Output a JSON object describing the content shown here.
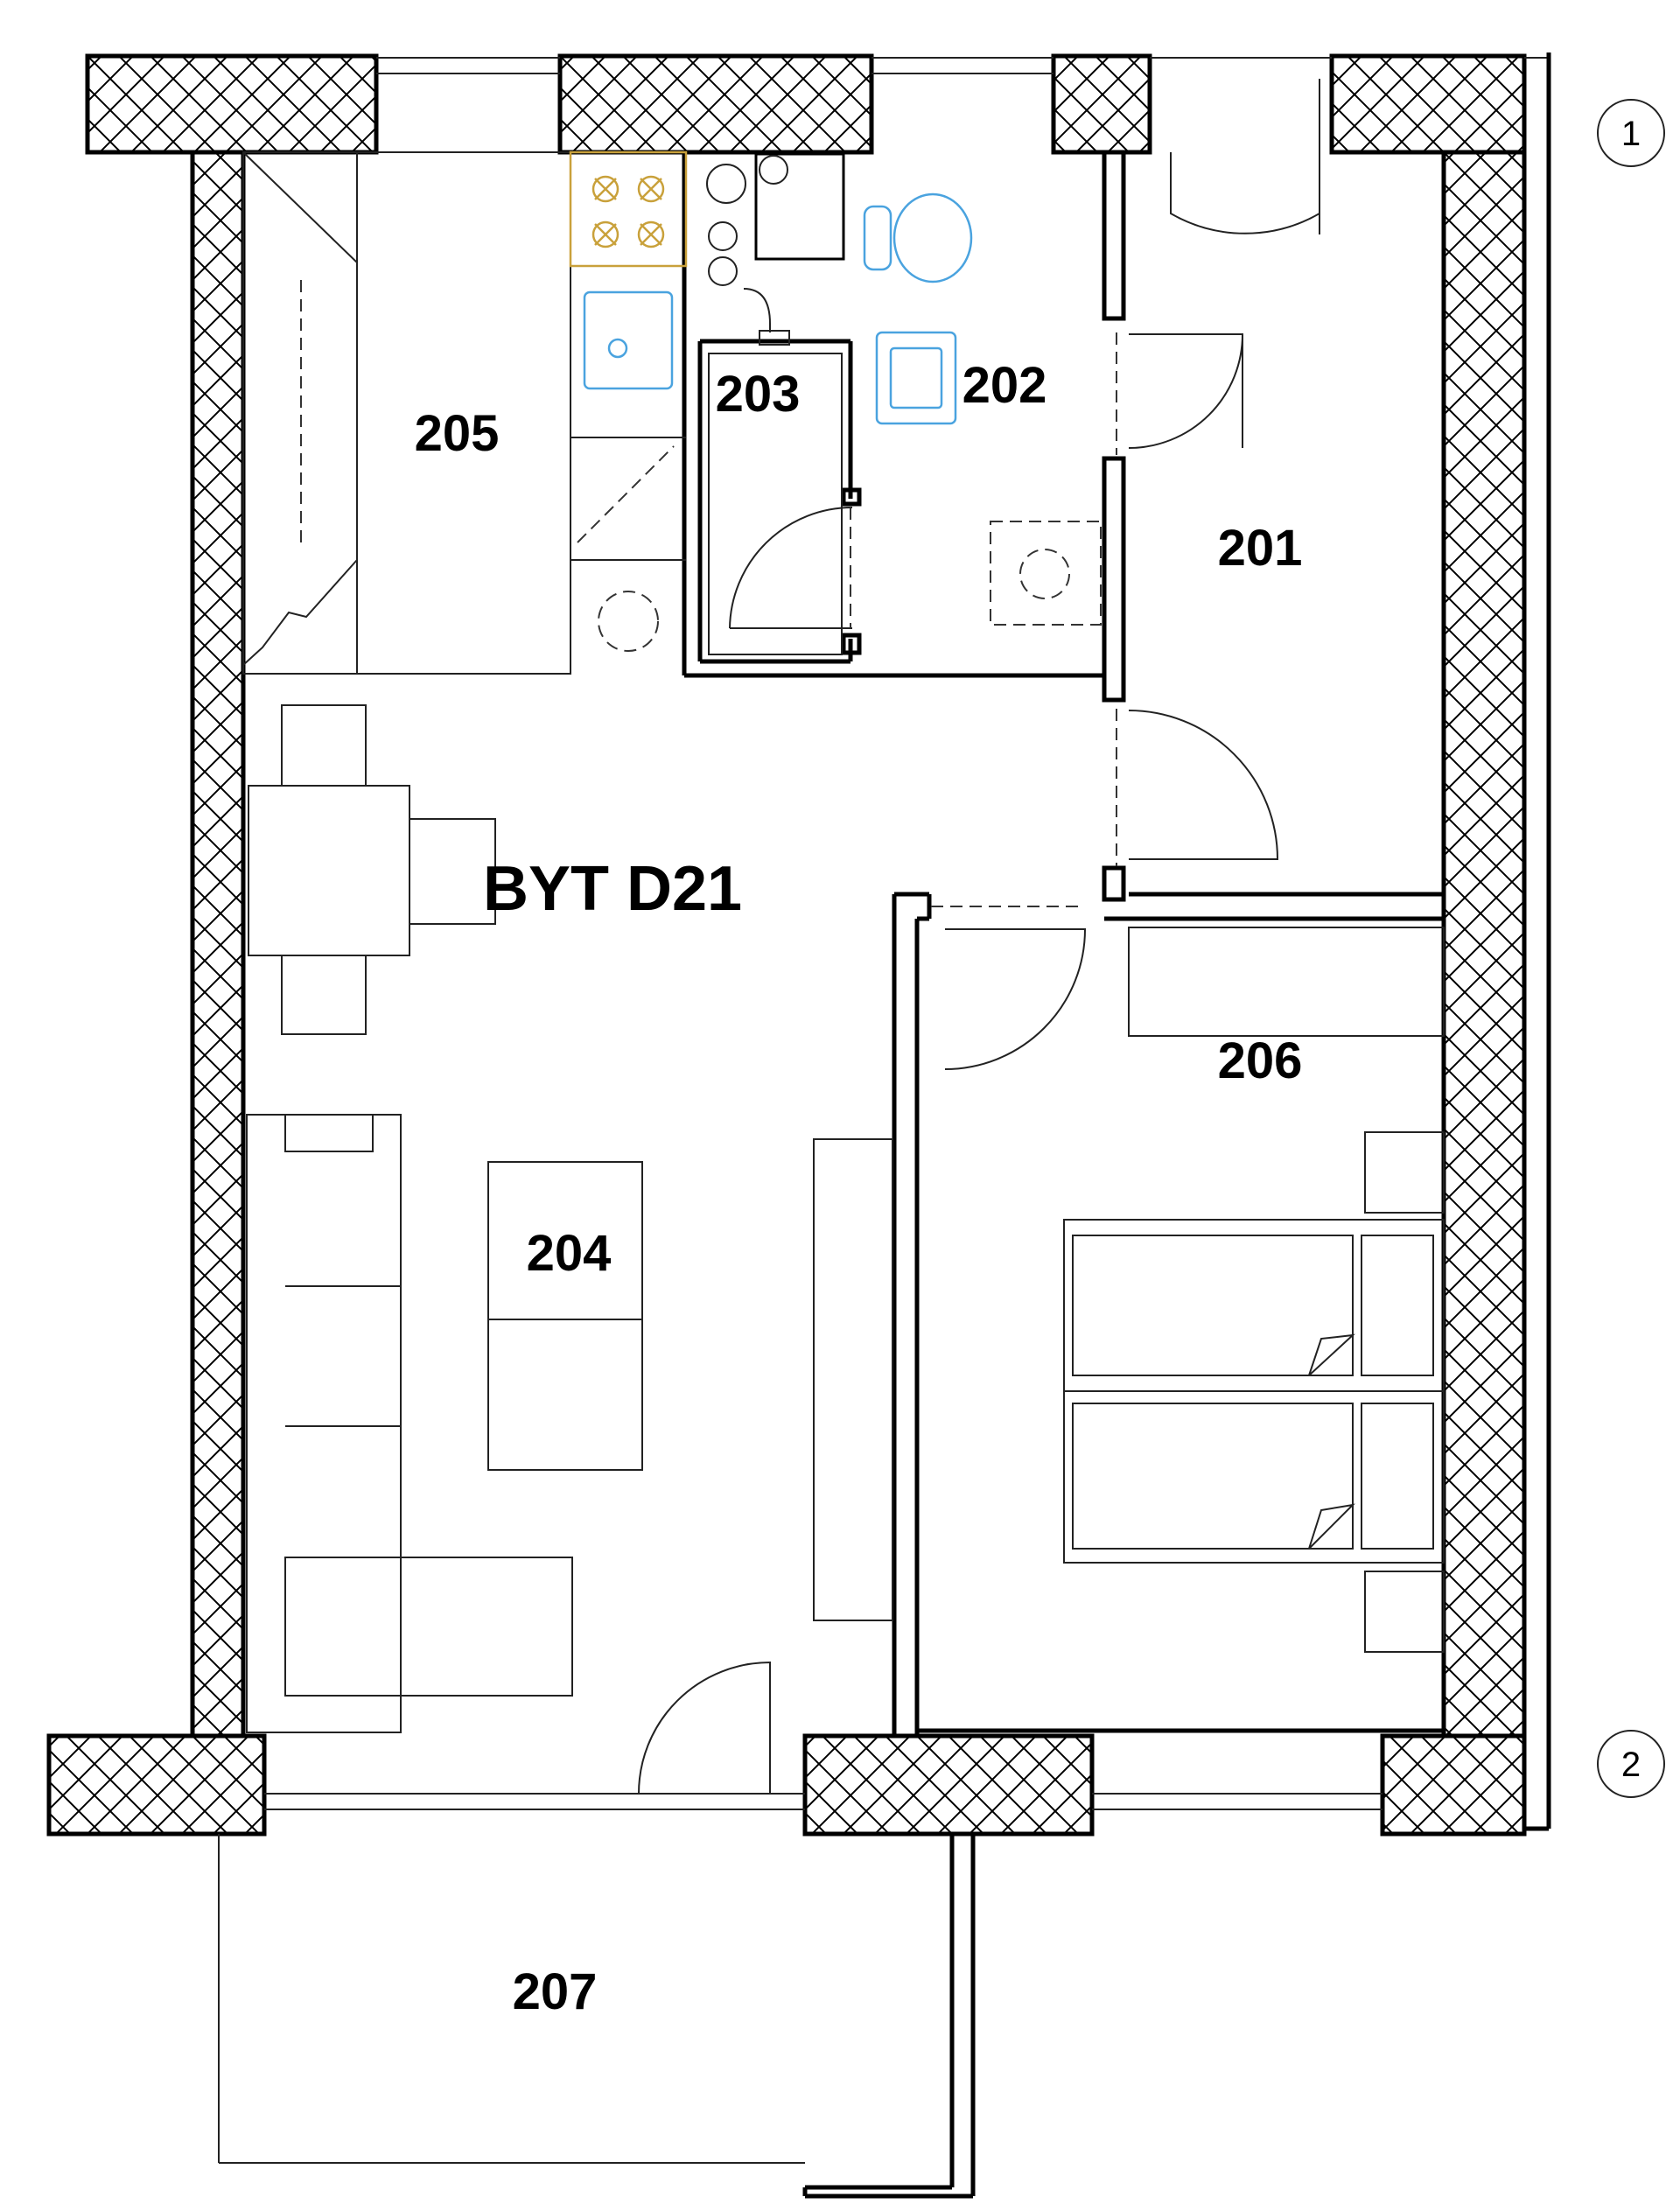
{
  "plan": {
    "apartment_label": "BYT D21",
    "rooms": [
      {
        "id": "201"
      },
      {
        "id": "202"
      },
      {
        "id": "203"
      },
      {
        "id": "204"
      },
      {
        "id": "205"
      },
      {
        "id": "206"
      },
      {
        "id": "207"
      }
    ],
    "grid_axes": [
      "1",
      "2"
    ]
  }
}
